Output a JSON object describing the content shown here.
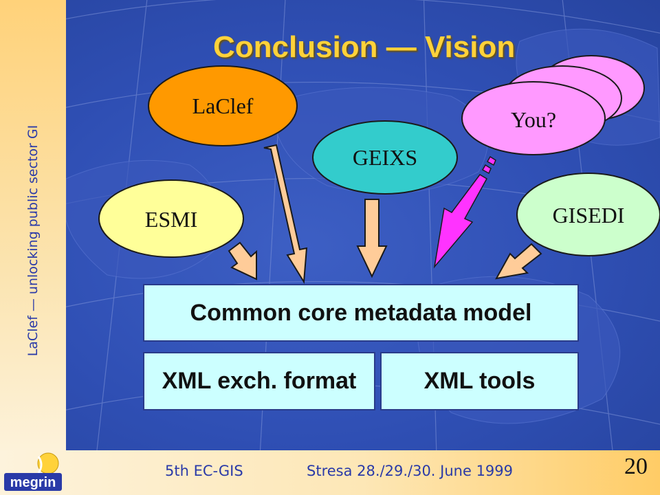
{
  "slide": {
    "title": "Conclusion — Vision",
    "sidebar_text": "LaClef — unlocking public sector GI",
    "ellipses": {
      "laclef": "LaClef",
      "geixs": "GEIXS",
      "esmi": "ESMI",
      "gisedi": "GISEDI",
      "you": "You?"
    },
    "boxes": {
      "core_model": "Common core metadata model",
      "xml_format": "XML exch. format",
      "xml_tools": "XML tools"
    },
    "footer": {
      "conference": "5th EC-GIS",
      "venue_date": "Stresa  28./29./30. June 1999",
      "page_number": "20"
    },
    "logo": {
      "name": "megrin-logo",
      "text": "megrin"
    }
  },
  "colors": {
    "title": "#ffd23a",
    "laclef": "#ff9900",
    "geixs": "#33cccc",
    "esmi": "#ffff99",
    "gisedi": "#ccffcc",
    "you": "#ff99ff",
    "box_fill": "#ccffff",
    "arrow_fill": "#ffcc99",
    "you_arrow": "#ff33ff",
    "map_blue": "#2f4fb4"
  }
}
